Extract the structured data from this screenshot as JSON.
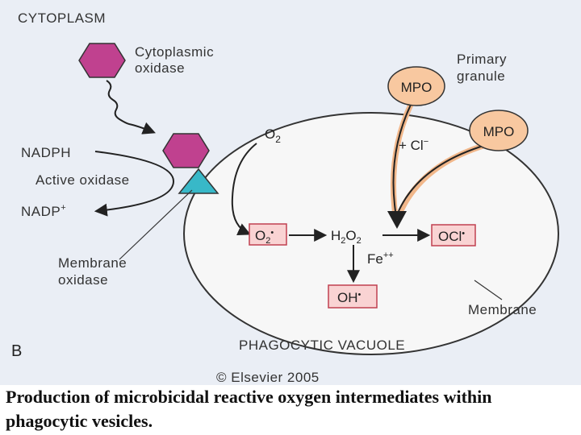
{
  "diagram": {
    "cytoplasm_label": "CYTOPLASM",
    "cytoplasmic_oxidase": [
      "Cytoplasmic",
      "oxidase"
    ],
    "nadph": "NADPH",
    "active_oxidase": "Active oxidase",
    "nadp_plus": "NADP",
    "nadp_plus_sup": "+",
    "membrane_oxidase": [
      "Membrane",
      "oxidase"
    ],
    "o2": "O",
    "o2_sub": "2",
    "o2_radical": "O",
    "o2_radical_sub": "2",
    "o2_radical_sup": "•",
    "h2o2_parts": [
      "H",
      "2",
      "O",
      "2"
    ],
    "fe_plus": "Fe",
    "fe_plus_sup": "++",
    "cl_minus": "+ Cl",
    "cl_minus_sup": "−",
    "ocl": "OCl",
    "ocl_sup": "•",
    "oh": "OH",
    "oh_sup": "•",
    "mpo_1": "MPO",
    "mpo_2": "MPO",
    "primary_granule": [
      "Primary",
      "granule"
    ],
    "membrane": "Membrane",
    "phagocytic_vacuole": "PHAGOCYTIC VACUOLE",
    "panel_letter": "B",
    "copyright": "© Elsevier 2005",
    "colors": {
      "background": "#eaeef5",
      "vacuole": "#f7f7f7",
      "oxidase_magenta": "#c0418f",
      "oxidase_cyan": "#38b8c8",
      "mpo_fill": "#f8c8a0",
      "box_fill": "#f9d3d3",
      "box_stroke": "#c04050",
      "arrow_glow": "#f1b78a"
    }
  },
  "caption": "Production of microbicidal reactive oxygen intermediates within phagocytic vesicles."
}
